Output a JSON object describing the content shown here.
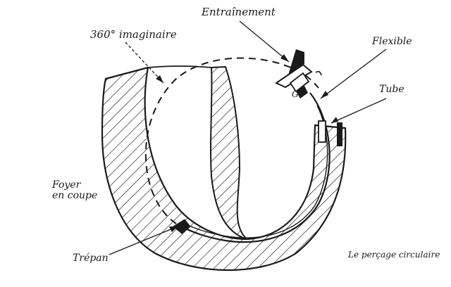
{
  "labels": {
    "drive": "Entraînement",
    "imaginary": "360° imaginaire",
    "flexible": "Flexible",
    "tube": "Tube",
    "hearth_line1": "Foyer",
    "hearth_line2": "en coupe",
    "bit": "Trépan",
    "caption": "Le perçage circulaire",
    "g_mark": "G"
  },
  "colors": {
    "ink": "#1a1a1a",
    "background": "#ffffff"
  }
}
